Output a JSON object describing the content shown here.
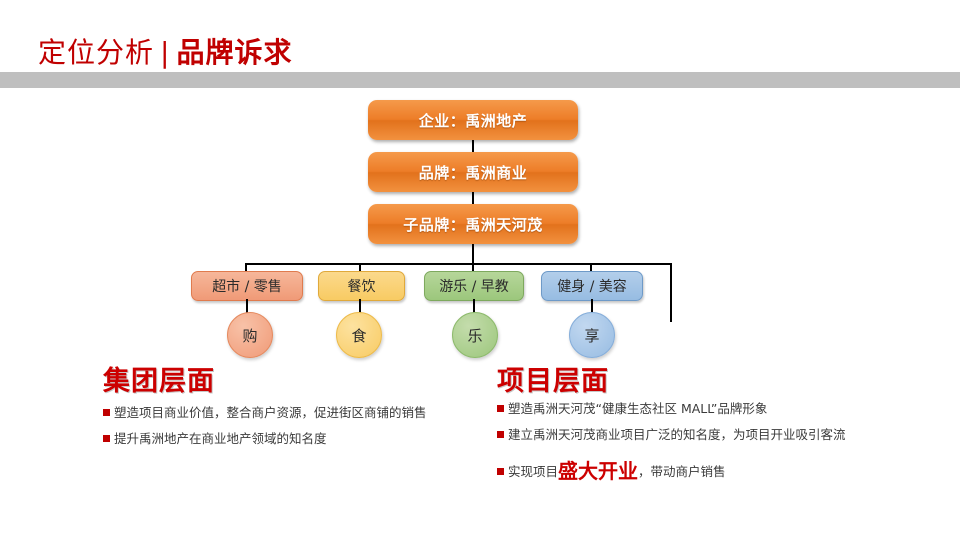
{
  "header": {
    "title_main": "定位分析",
    "title_separator": "|",
    "title_accent": "品牌诉求"
  },
  "org_chart": {
    "hierarchy": [
      {
        "label": "企业：禹洲地产"
      },
      {
        "label": "品牌：禹洲商业"
      },
      {
        "label": "子品牌：禹洲天河茂"
      }
    ],
    "categories": [
      {
        "label": "超市 / 零售",
        "color": "#F09A77",
        "circle": "购"
      },
      {
        "label": "餐饮",
        "color": "#F8CB63",
        "circle": "食"
      },
      {
        "label": "游乐 / 早教",
        "color": "#9CC77C",
        "circle": "乐"
      },
      {
        "label": "健身 / 美容",
        "color": "#97BCE2",
        "circle": "享"
      }
    ]
  },
  "sections": {
    "left": {
      "heading": "集团层面",
      "bullets": [
        "塑造项目商业价值，整合商户资源，促进街区商铺的销售",
        "提升禹洲地产在商业地产领域的知名度"
      ]
    },
    "right": {
      "heading": "项目层面",
      "bullets": [
        "塑造禹洲天河茂“健康生态社区 MALL”品牌形象",
        "建立禹洲天河茂商业项目广泛的知名度，为项目开业吸引客流"
      ],
      "highlight_bullet": {
        "prefix": "实现项目",
        "emphasis": "盛大开业",
        "suffix": "，带动商户销售"
      }
    }
  },
  "colors": {
    "title_red": "#C00000",
    "heading_red": "#CC0000",
    "header_rule": "#BFBFBF",
    "orange_box": "#ED7D28"
  }
}
